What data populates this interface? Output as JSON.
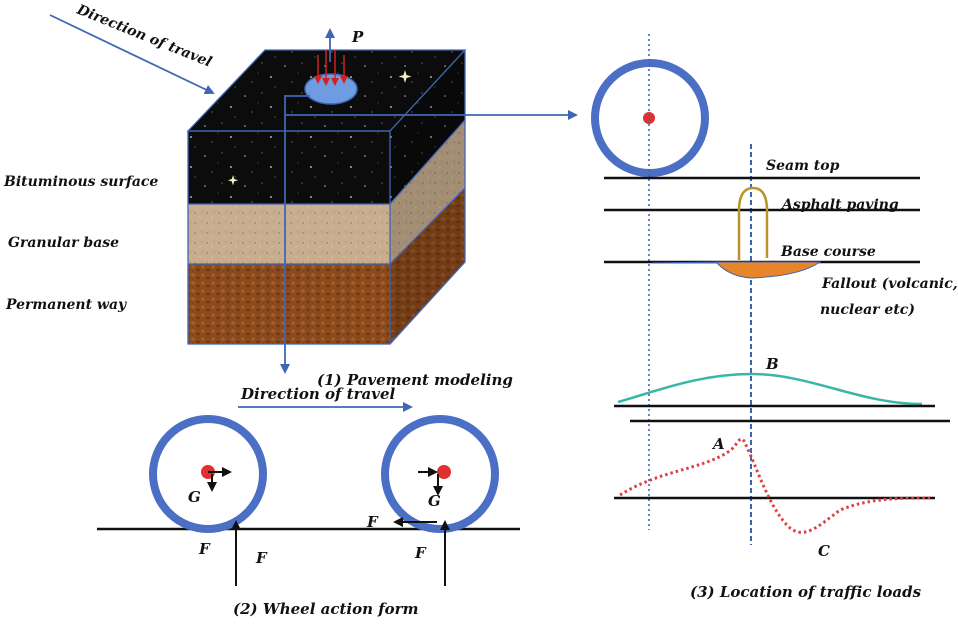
{
  "figure": {
    "labels": {
      "direction_top": "Direction of travel",
      "p": "P",
      "bituminous": "Bituminous surface",
      "granular": "Granular base",
      "permanent": "Permanent way",
      "caption1": "(1) Pavement modeling",
      "direction_mid": "Direction of travel",
      "g_left": "G",
      "g_right": "G",
      "f_left_low": "F",
      "f_left_arrow": "F",
      "f_right_top": "F",
      "f_right_low": "F",
      "caption2": "(2) Wheel action form",
      "seam_top": "Seam top",
      "asphalt_paving": "Asphalt paving",
      "base_course": "Base course",
      "fallout_1": "Fallout (volcanic,",
      "fallout_2": "nuclear etc)",
      "b": "B",
      "a": "A",
      "c": "C",
      "caption3": "(3) Location of traffic loads"
    },
    "colors": {
      "arrow_blue": "#3f66b5",
      "wheel_blue": "#4a6fc4",
      "red_center": "#e03030",
      "asphalt_dark": "#0c0c0c",
      "granular": "#c9ae8f",
      "permanent": "#8a4a1c",
      "curve_teal": "#3ab5a8",
      "curve_red": "#e04040",
      "pulse_gold": "#b8952a",
      "fallout_orange": "#e8842a",
      "contact_patch": "#6f9be0"
    }
  }
}
